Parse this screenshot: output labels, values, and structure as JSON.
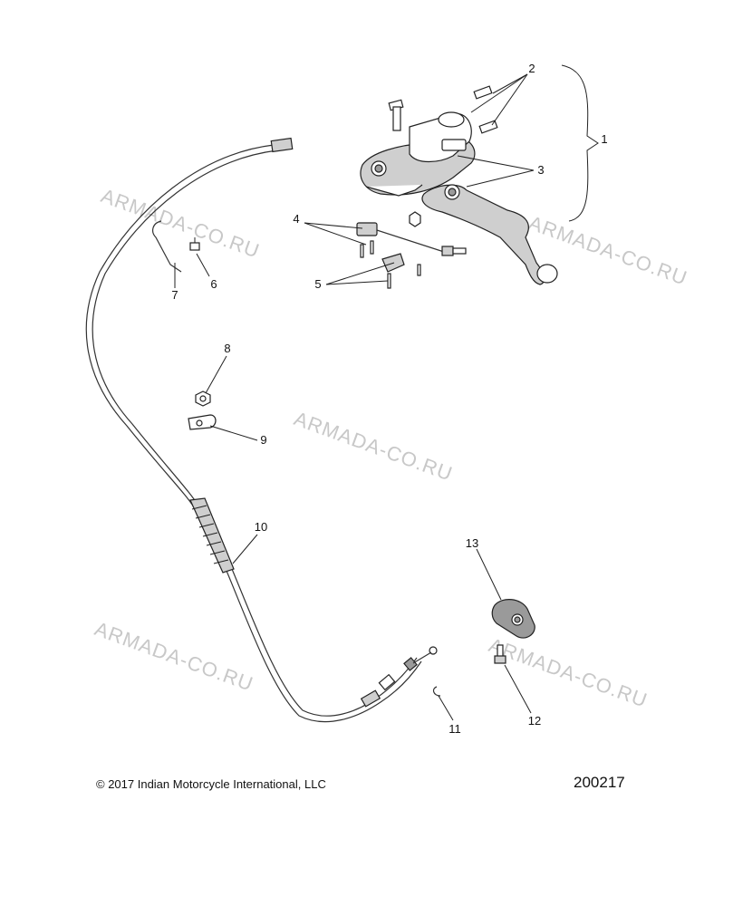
{
  "callouts": {
    "c1": "1",
    "c2": "2",
    "c3": "3",
    "c4": "4",
    "c5": "5",
    "c6": "6",
    "c7": "7",
    "c8": "8",
    "c9": "9",
    "c10": "10",
    "c11": "11",
    "c12": "12",
    "c13": "13"
  },
  "watermark": "ARMADA-CO.RU",
  "footer": {
    "copyright": "© 2017 Indian Motorcycle International, LLC",
    "drawing_number": "200217"
  }
}
